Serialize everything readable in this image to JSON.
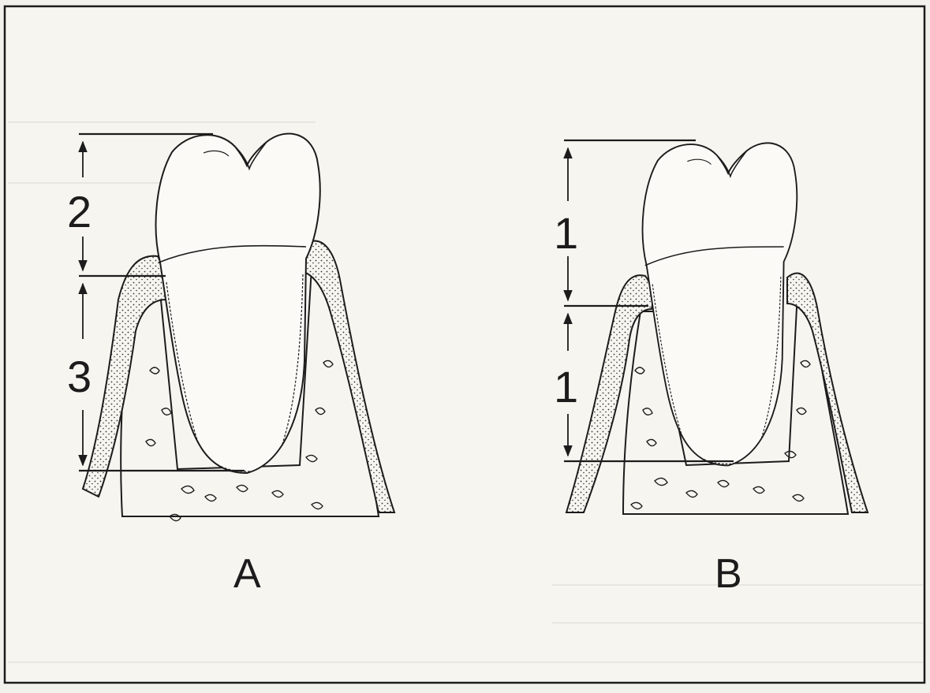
{
  "figure": {
    "panels": [
      {
        "letter": "A",
        "crown_ratio": "2",
        "root_ratio": "3"
      },
      {
        "letter": "B",
        "crown_ratio": "1",
        "root_ratio": "1"
      }
    ]
  },
  "colors": {
    "ink": "#1c1c1c",
    "paper": "#f3f1ec",
    "panel_bg": "#f7f5f0",
    "ghost_text": "#c9c6c0"
  }
}
